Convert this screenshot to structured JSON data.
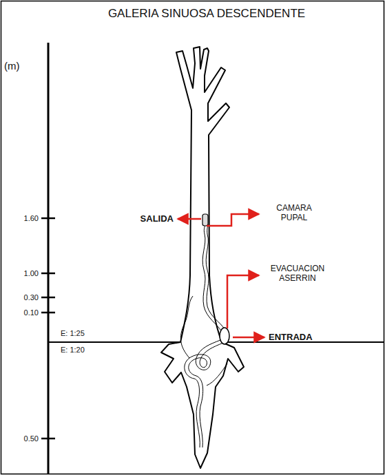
{
  "diagram": {
    "title": "GALERIA SINUOSA DESCENDENTE",
    "labels": [
      "(m)",
      "1.60",
      "1.00",
      "0.30",
      "0.10",
      "0.50",
      "E: 1:25",
      "E: 1:20",
      "SALIDA",
      "CAMARA PUPAL",
      "EVACUACION ASERRIN",
      "ENTRADA"
    ]
  }
}
